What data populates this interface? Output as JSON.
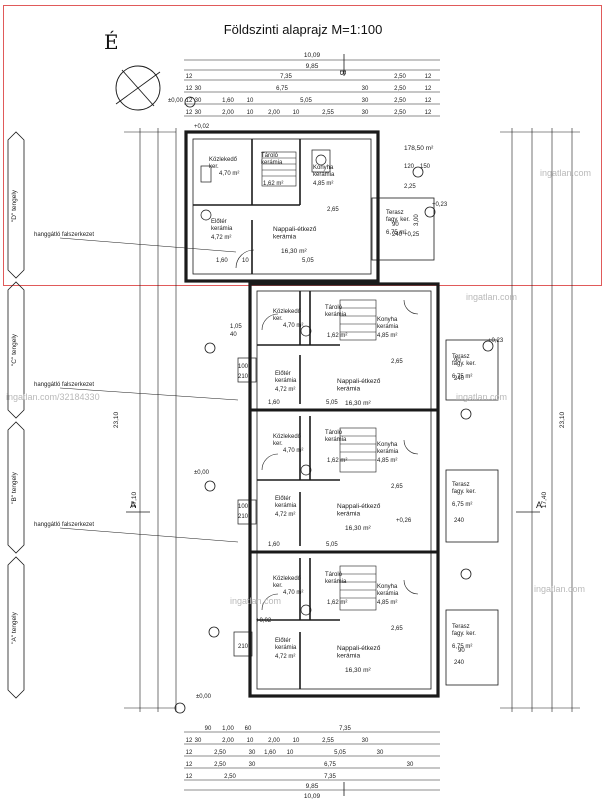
{
  "title": "Földszinti alaprajz  M=1:100",
  "north_letter": "É",
  "watermark": "ingatlan.com",
  "watermark_full": "ingatlan.com/32184330",
  "colors": {
    "line": "#1a1a1a",
    "highlight": "#e05a5a",
    "watermark": "#b9b9b9"
  },
  "top_dims": {
    "total": "10,09",
    "row1": "9,85",
    "row2": [
      "12",
      "7,35",
      "2,50",
      "12"
    ],
    "row3": [
      "12",
      "30",
      "6,75",
      "30",
      "2,50",
      "12"
    ],
    "row4": [
      "12",
      "30",
      "1,60",
      "10",
      "5,05",
      "30",
      "2,50",
      "12"
    ],
    "row5": [
      "12",
      "30",
      "2,00",
      "10",
      "2,00",
      "10",
      "2,55",
      "30",
      "2,50",
      "12"
    ]
  },
  "bottom_dims": {
    "row1": [
      "90",
      "1,00",
      "60",
      "7,35"
    ],
    "row2": [
      "12",
      "30",
      "2,00",
      "10",
      "2,00",
      "10",
      "2,55",
      "30"
    ],
    "row3": [
      "12",
      "2,50",
      "30",
      "1,60",
      "10",
      "5,05",
      "30"
    ],
    "row4": [
      "12",
      "2,50",
      "30",
      "6,75",
      "30"
    ],
    "row5": [
      "12",
      "2,50",
      "7,35"
    ],
    "row6": [
      "9,85"
    ],
    "total": "10,09"
  },
  "axes": [
    "\"D\" tengely",
    "\"C\" tengely",
    "\"B\" tengely",
    "\"A\" tengely"
  ],
  "wall_note": "hanggátló falszerkezet",
  "levels": [
    "±0,00",
    "+0,02",
    "-0,23",
    "+0,23",
    "+0,26",
    "+0,25"
  ],
  "site_area": "178,50 m²",
  "sections": [
    "A",
    "B"
  ],
  "left_dims_total": "23,10",
  "left_dims_sub": "17,10",
  "right_dims_total": "23,10",
  "right_dims_sub": "17,40",
  "unit_rooms": [
    {
      "entry": "Közlekedő\nker.",
      "entry_area": "4,70 m²",
      "storage": "Tároló\nkerámia",
      "storage_area": "1,62 m²",
      "kitchen": "Konyha\nkerámia",
      "kitchen_area": "4,85 m²",
      "hall": "Előtér\nkerámia",
      "hall_area": "4,72 m²",
      "living": "Nappali-étkező\nkerámia",
      "living_area": "16,30 m²",
      "terrace": "Terasz\nfagy. ker.",
      "terrace_area": "6,75 m²",
      "width": "2,65"
    },
    {
      "entry": "Közlekedő\nker.",
      "entry_area": "4,70 m²",
      "storage": "Tároló\nkerámia",
      "storage_area": "1,62 m²",
      "kitchen": "Konyha\nkerámia",
      "kitchen_area": "4,85 m²",
      "hall": "Előtér\nkerámia",
      "hall_area": "4,72 m²",
      "living": "Nappali-étkező\nkerámia",
      "living_area": "16,30 m²",
      "terrace": "Terasz\nfagy. ker.",
      "terrace_area": "6,75 m²",
      "width": "2,65"
    },
    {
      "entry": "Közlekedő\nker.",
      "entry_area": "4,70 m²",
      "storage": "Tároló\nkerámia",
      "storage_area": "1,62 m²",
      "kitchen": "Konyha\nkerámia",
      "kitchen_area": "4,85 m²",
      "hall": "Előtér\nkerámia",
      "hall_area": "4,72 m²",
      "living": "Nappali-étkező\nkerámia",
      "living_area": "16,30 m²",
      "terrace": "Terasz\nfagy. ker.",
      "terrace_area": "6,75 m²",
      "width": "2,65"
    },
    {
      "entry": "Közlekedő\nker.",
      "entry_area": "4,70 m²",
      "storage": "Tároló\nkerámia",
      "storage_area": "1,62 m²",
      "kitchen": "Konyha\nkerámia",
      "kitchen_area": "4,85 m²",
      "hall": "Előtér\nkerámia",
      "hall_area": "4,72 m²",
      "living": "Nappali-étkező\nkerámia",
      "living_area": "16,30 m²",
      "terrace": "Terasz\nfagy. ker.",
      "terrace_area": "6,75 m²",
      "width": "2,65"
    }
  ],
  "misc_dims": {
    "d505": "5,05",
    "d160": "1,60",
    "d10": "10",
    "d200": "2,00",
    "d225": "2,25",
    "d120": "120",
    "d150": "150",
    "d90": "90",
    "d240": "240",
    "d210": "210",
    "d100": "100",
    "d300": "3,00",
    "d075": "75",
    "d105": "1,05",
    "d040": "40"
  }
}
